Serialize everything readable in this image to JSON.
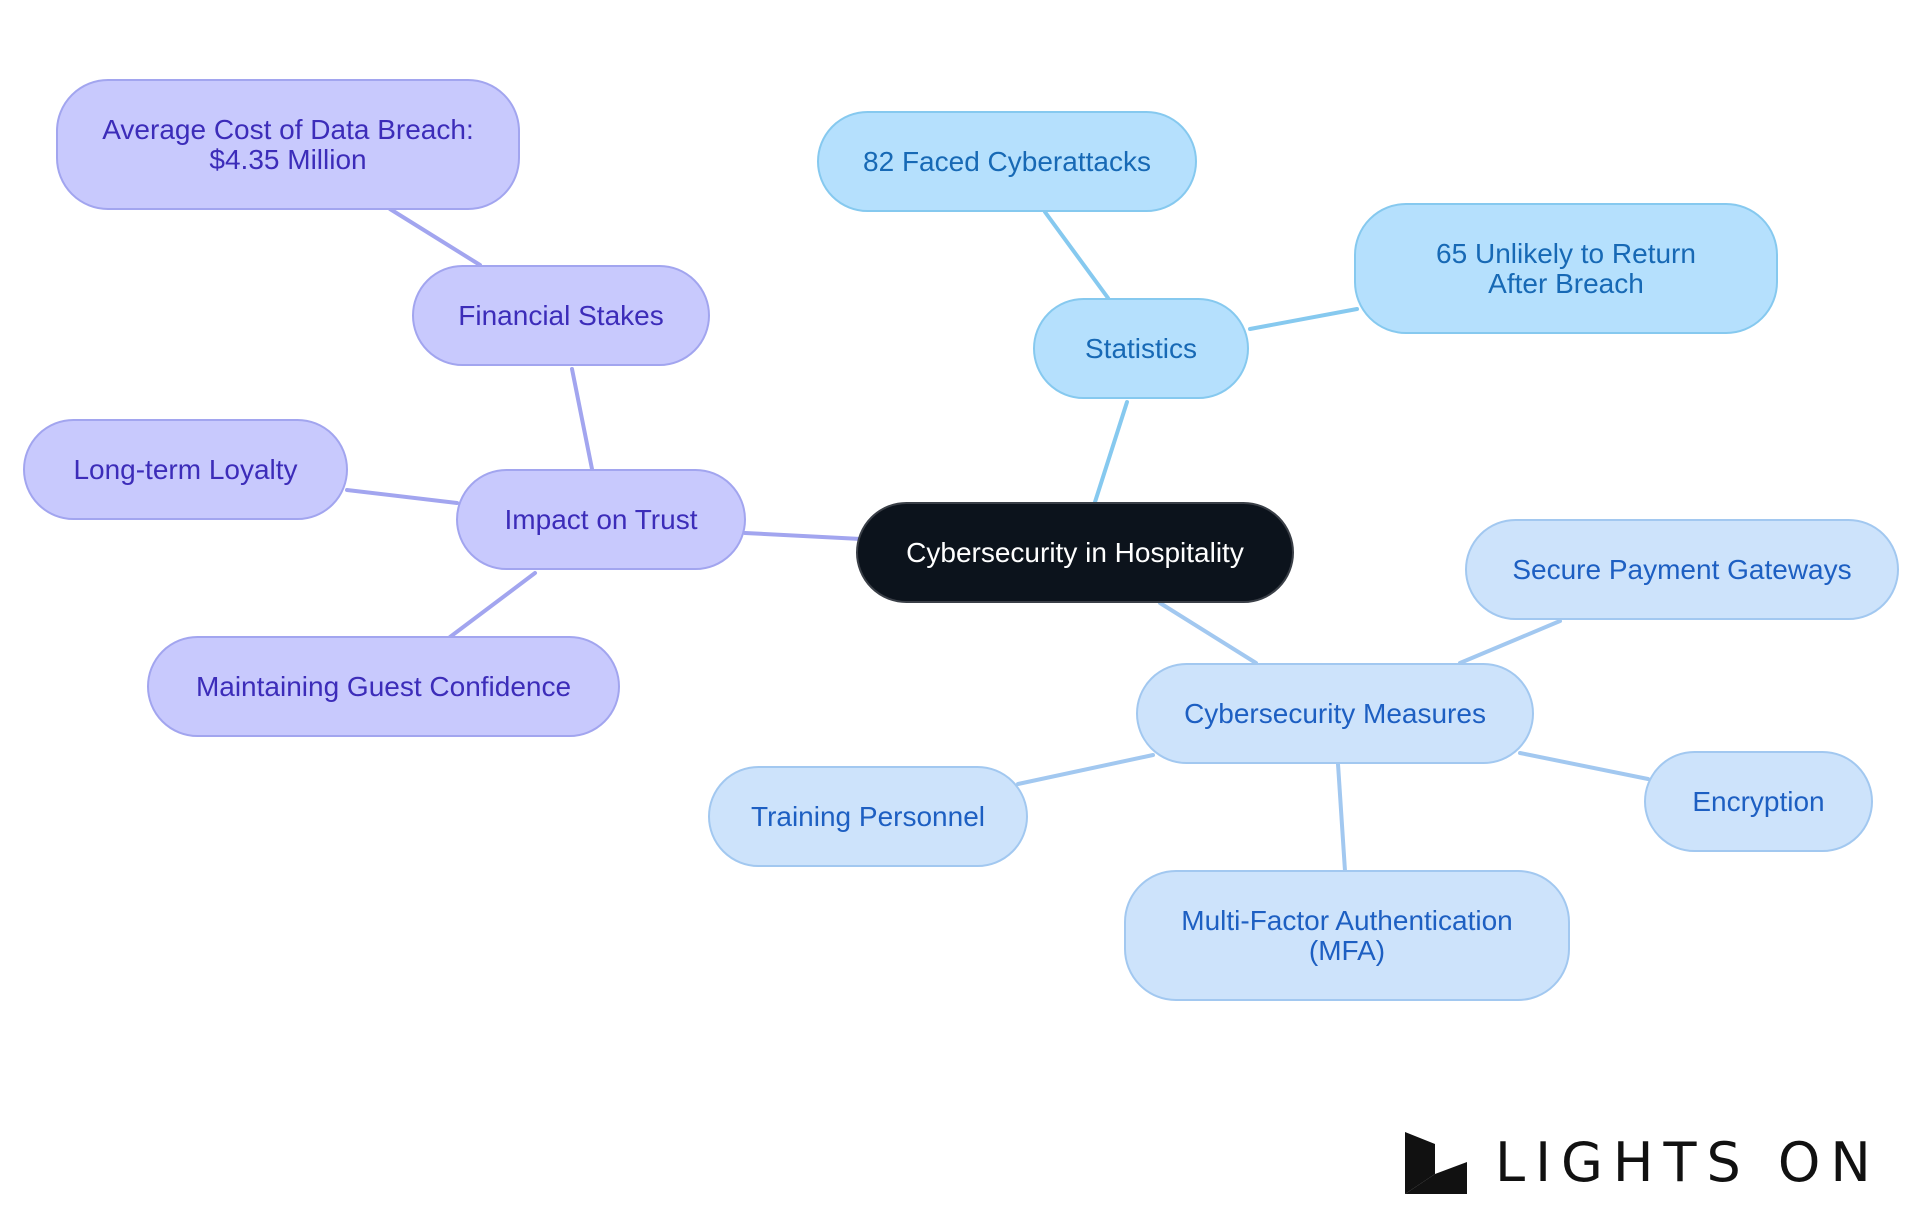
{
  "diagram": {
    "root": {
      "label": "Cybersecurity in Hospitality"
    },
    "branches": {
      "trust": {
        "label": "Impact on Trust",
        "children": {
          "financial": {
            "label": "Financial Stakes"
          },
          "breach_cost": {
            "label": "Average Cost of Data Breach: $4.35 Million"
          },
          "loyalty": {
            "label": "Long-term Loyalty"
          },
          "confidence": {
            "label": "Maintaining Guest Confidence"
          }
        }
      },
      "statistics": {
        "label": "Statistics",
        "children": {
          "cyberattacks": {
            "label": "82 Faced Cyberattacks"
          },
          "unlikely_return": {
            "label": "65 Unlikely to Return After Breach"
          }
        }
      },
      "measures": {
        "label": "Cybersecurity Measures",
        "children": {
          "payment": {
            "label": "Secure Payment Gateways"
          },
          "encryption": {
            "label": "Encryption"
          },
          "mfa": {
            "label": "Multi-Factor Authentication (MFA)"
          },
          "training": {
            "label": "Training Personnel"
          }
        }
      }
    }
  },
  "logo": {
    "text": "LIGHTS ON"
  },
  "colors": {
    "root_fill": "#0c131c",
    "purple_fill": "#c8c9fd",
    "purple_edge": "#a2a5ef",
    "blue_fill": "#b5e0fd",
    "blue_edge": "#86c9ef",
    "lightblue_fill": "#cde3fb",
    "lightblue_edge": "#a2c8f0"
  }
}
